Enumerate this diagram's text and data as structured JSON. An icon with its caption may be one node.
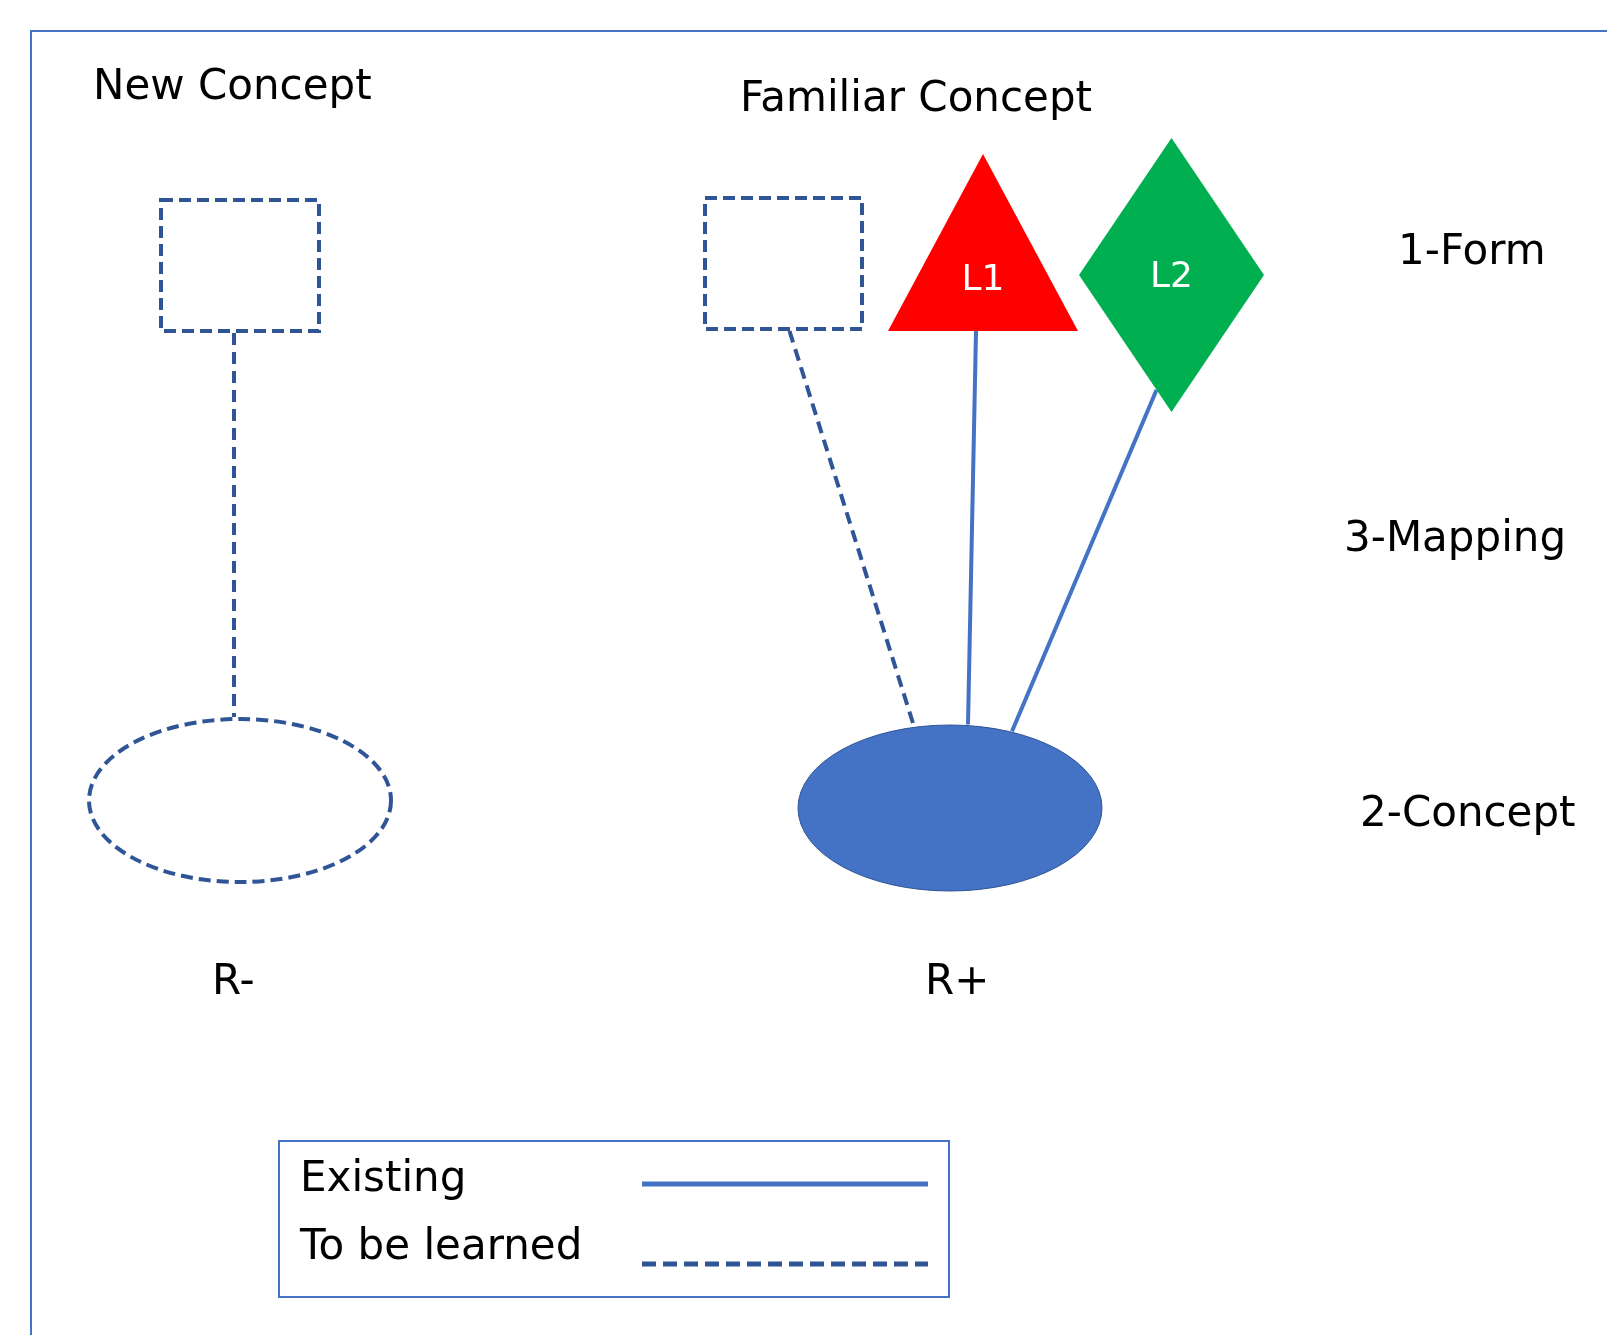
{
  "diagram": {
    "nodes": [
      {
        "text": [],
        "shape": "box"
      },
      {
        "text": [],
        "shape": "ellipse",
        "beside": [
          "R-"
        ]
      },
      {
        "text": [],
        "shape": "box"
      },
      {
        "text": [
          "L1"
        ]
      },
      {
        "text": [
          "L2"
        ]
      },
      {
        "text": [],
        "shape": "ellipse",
        "beside": [
          "R+"
        ]
      }
    ],
    "edges": [
      {
        "from": 0,
        "to": 1,
        "arrow": "none",
        "style": "dashed"
      },
      {
        "from": 2,
        "to": 5,
        "arrow": "none",
        "style": "dashed"
      },
      {
        "from": 3,
        "to": 5,
        "arrow": "none"
      },
      {
        "from": 4,
        "to": 5,
        "arrow": "none"
      }
    ],
    "labels": [
      "New Concept",
      "Familiar Concept",
      "1-Form",
      "3-Mapping",
      "2-Concept"
    ],
    "legend": [
      {
        "text": "Existing"
      },
      {
        "text": "To be learned"
      }
    ]
  }
}
